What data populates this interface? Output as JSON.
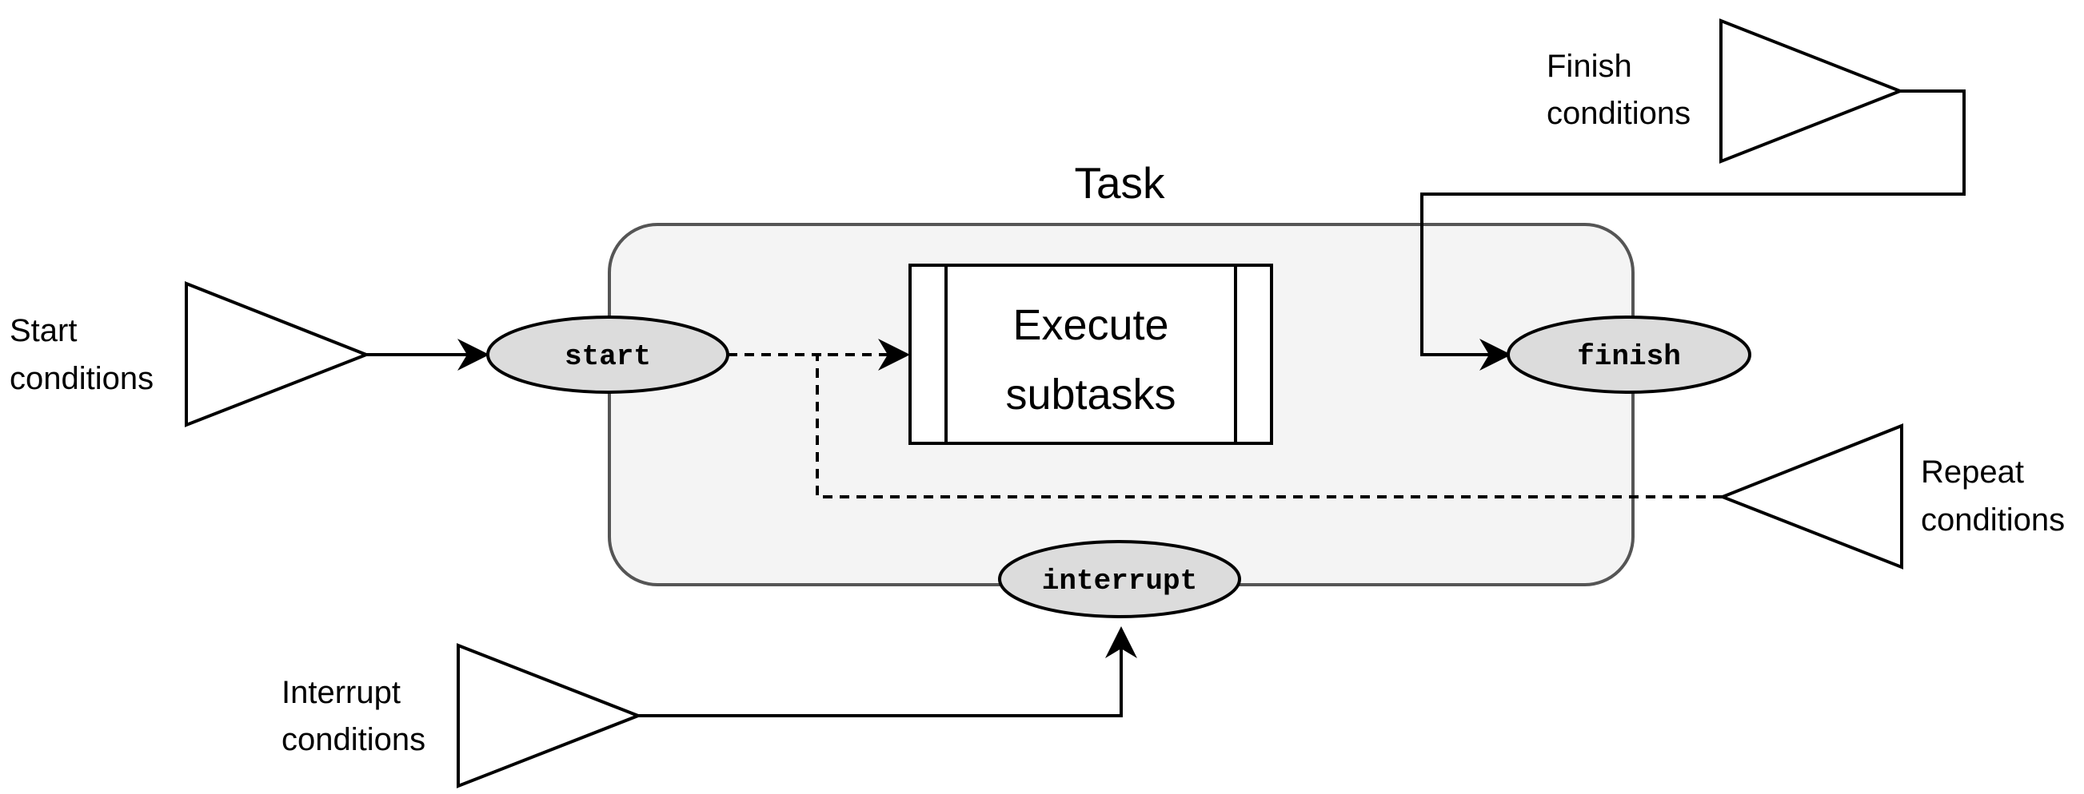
{
  "task": {
    "title": "Task",
    "process_label": [
      "Execute",
      "subtasks"
    ]
  },
  "nodes": {
    "start": "start",
    "finish": "finish",
    "interrupt": "interrupt"
  },
  "conditions": {
    "start": [
      "Start",
      "conditions"
    ],
    "finish": [
      "Finish",
      "conditions"
    ],
    "repeat": [
      "Repeat",
      "conditions"
    ],
    "interrupt": [
      "Interrupt",
      "conditions"
    ]
  },
  "colors": {
    "task_fill": "#f4f4f4",
    "task_stroke": "#555555",
    "node_fill": "#dcdcdc",
    "line": "#000000"
  }
}
